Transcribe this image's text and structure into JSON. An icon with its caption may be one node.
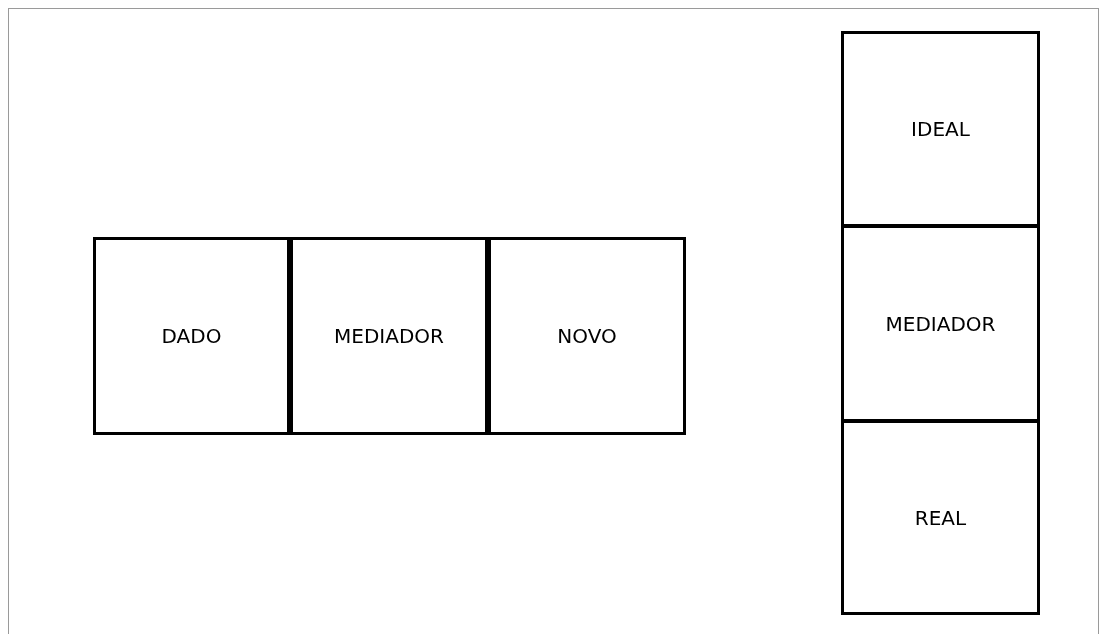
{
  "diagram": {
    "nodes": [
      {
        "text": [
          "DADO"
        ]
      },
      {
        "text": [
          "MEDIADOR"
        ]
      },
      {
        "text": [
          "NOVO"
        ]
      },
      {
        "text": [
          "IDEAL"
        ]
      },
      {
        "text": [
          "MEDIADOR"
        ]
      },
      {
        "text": [
          "REAL"
        ]
      }
    ]
  }
}
